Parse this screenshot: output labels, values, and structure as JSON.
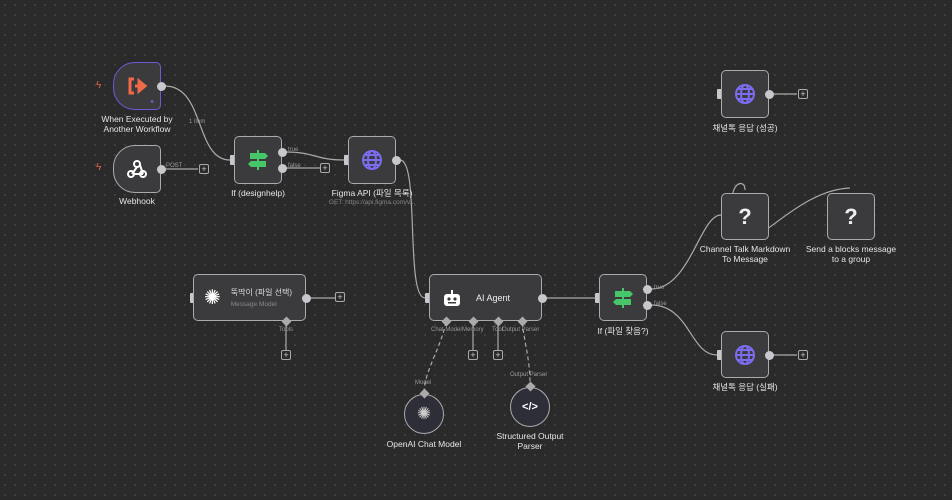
{
  "nodes": {
    "exec": {
      "label1": "When Executed by",
      "label2": "Another Workflow",
      "icon": "exit-icon"
    },
    "webhook": {
      "label": "Webhook",
      "port": "POST",
      "icon": "webhook-icon"
    },
    "if1": {
      "label": "If (designhelp)",
      "true": "true",
      "false": "false",
      "icon": "signpost-icon"
    },
    "figma": {
      "label": "Figma API (파일 목록)",
      "sub": "GET: https://api.figma.com/v...",
      "icon": "globe-icon"
    },
    "msgmodel": {
      "label": "뚝딱이 (파일 선택)",
      "sub": "Message Model",
      "tools": "Tools",
      "icon": "openai-icon"
    },
    "agent": {
      "label": "AI Agent",
      "chat_model": "Chat Model",
      "memory": "Memory",
      "tool": "Tool",
      "output_parser": "Output Parser",
      "icon": "robot-icon"
    },
    "if2": {
      "label": "If (파일 찾음?)",
      "true": "true",
      "false": "false",
      "icon": "signpost-icon"
    },
    "ok": {
      "label": "채널톡 응답 (성공)",
      "icon": "globe-icon"
    },
    "fail": {
      "label": "채널톡 응답 (실패)",
      "icon": "globe-icon"
    },
    "md": {
      "label1": "Channel Talk Markdown",
      "label2": "To Message",
      "icon": "?"
    },
    "send": {
      "label1": "Send a blocks message",
      "label2": "to a group",
      "icon": "?"
    },
    "openai": {
      "label": "OpenAI Chat Model",
      "port": "Model",
      "icon": "openai-icon"
    },
    "parser": {
      "label1": "Structured Output",
      "label2": "Parser",
      "port": "Output Parser",
      "icon": "code-icon"
    }
  },
  "edges": {
    "item_count": "1 item"
  },
  "colors": {
    "canvas": "#2a2a2b",
    "node": "#3b3b3d",
    "trigger_accent": "#6f5bd6",
    "orange": "#ef6a47",
    "green": "#46c86a",
    "globe": "#7b6cf0"
  },
  "plus": "+"
}
